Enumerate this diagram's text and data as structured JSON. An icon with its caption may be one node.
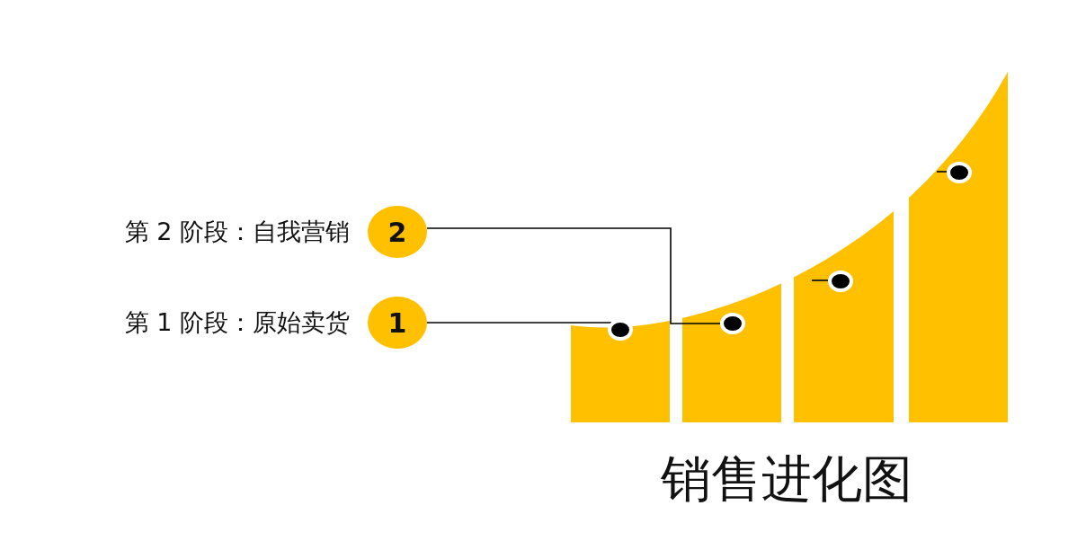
{
  "diagram": {
    "caption": "销售进化图",
    "nodes": [
      {
        "text": [
          "2"
        ],
        "beside": [
          "第 2 阶段：自我营销"
        ]
      },
      {
        "text": [
          "1"
        ],
        "beside": [
          "第 1 阶段：原始卖货"
        ]
      },
      {
        "text": [],
        "shape": "circle"
      },
      {
        "text": [],
        "shape": "circle"
      },
      {
        "text": [],
        "shape": "circle"
      },
      {
        "text": [],
        "shape": "circle"
      }
    ],
    "edges": [
      {
        "from": 0,
        "to": 3,
        "arrow": "none"
      },
      {
        "from": 1,
        "to": 2,
        "arrow": "none"
      },
      {
        "from": null,
        "to": 4,
        "arrow": "none"
      },
      {
        "from": null,
        "to": 5,
        "arrow": "none"
      }
    ]
  }
}
